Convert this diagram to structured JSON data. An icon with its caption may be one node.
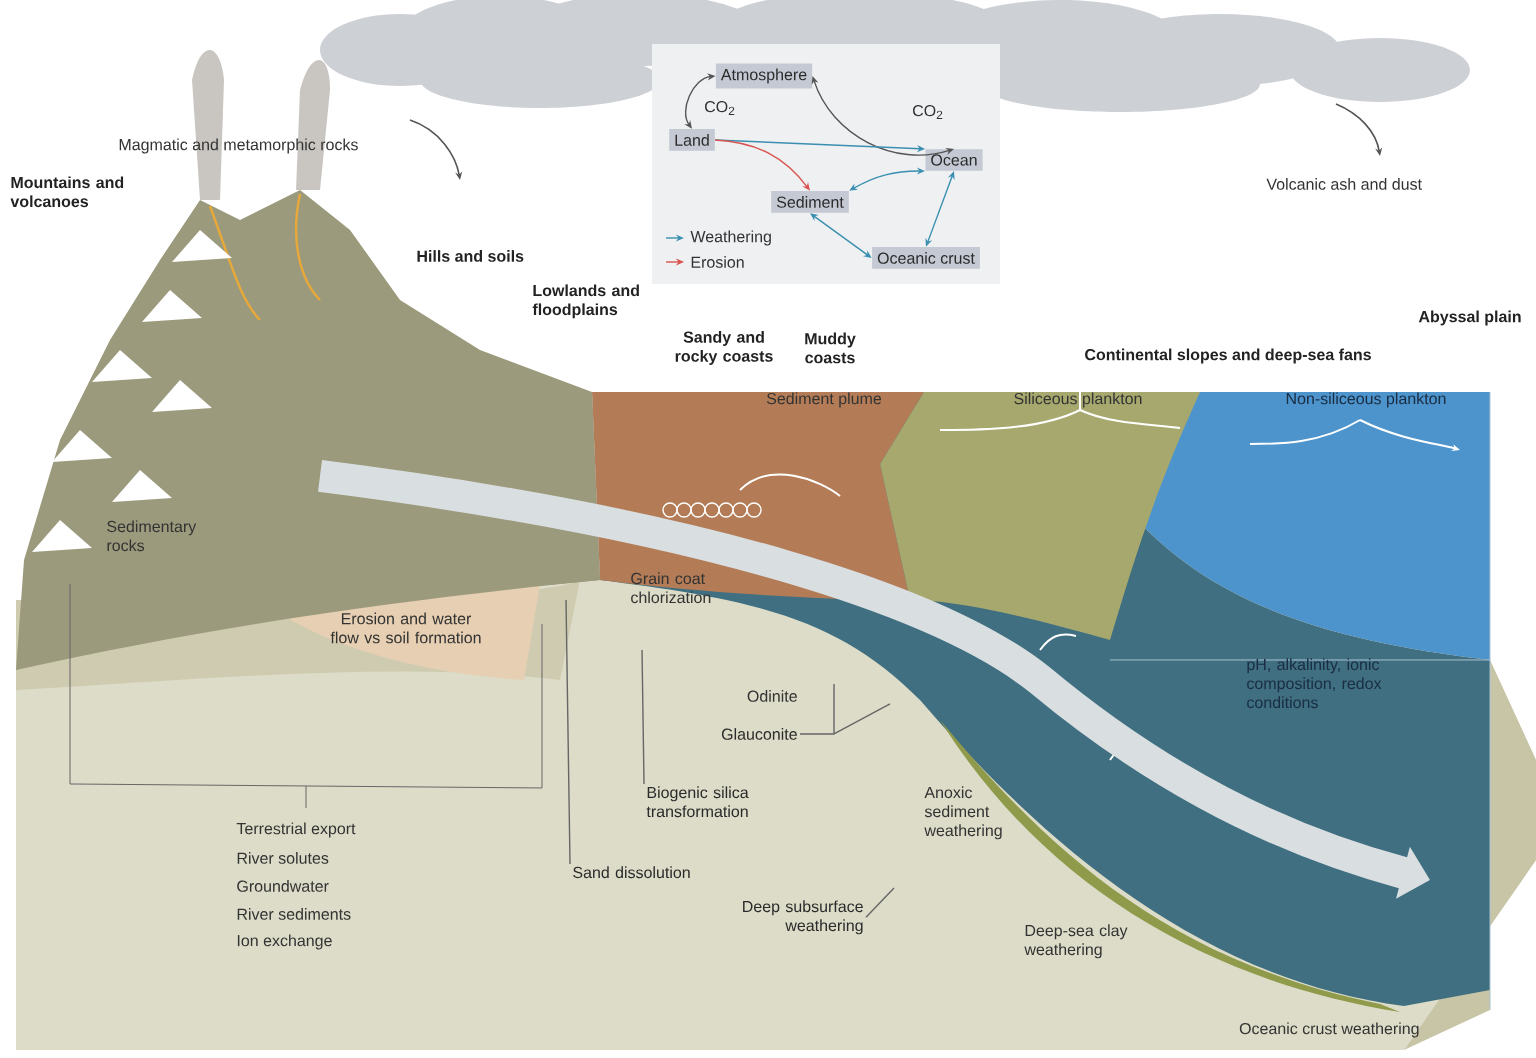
{
  "diagram": {
    "nodes": [
      {
        "text": [
          "Atmosphere"
        ]
      },
      {
        "text": [
          "Land"
        ]
      },
      {
        "text": [
          "Ocean"
        ]
      },
      {
        "text": [
          "Sediment"
        ]
      },
      {
        "text": [
          "Oceanic crust"
        ]
      },
      {
        "text": [
          "Glauconite"
        ]
      },
      {
        "text": [
          "Biogenic silica transformation"
        ]
      },
      {
        "text": [
          "Sand dissolution"
        ]
      },
      {
        "text": [
          "Deep subsurface weathering"
        ]
      }
    ],
    "edges": [
      {
        "from": 1,
        "to": 0,
        "arrow": "both",
        "label": "CO$_{2}$",
        "color": "#555555"
      },
      {
        "from": 2,
        "to": 0,
        "arrow": "both",
        "label": "CO$_{2}$",
        "color": "#555555"
      },
      {
        "from": 1,
        "to": 2,
        "arrow": "to",
        "color": "#3a8fb0"
      },
      {
        "from": 1,
        "to": 3,
        "arrow": "to",
        "color": "#d9534f"
      },
      {
        "from": 2,
        "to": 3,
        "arrow": "both",
        "color": "#3a8fb0"
      },
      {
        "from": 3,
        "to": 4,
        "arrow": "both",
        "color": "#3a8fb0"
      },
      {
        "from": 2,
        "to": 4,
        "arrow": "both",
        "color": "#3a8fb0"
      },
      {
        "from": 5,
        "to": null,
        "arrow": "none",
        "color": "#666666"
      },
      {
        "from": 6,
        "to": null,
        "arrow": "none",
        "color": "#666666"
      },
      {
        "from": 7,
        "to": null,
        "arrow": "none",
        "color": "#666666"
      },
      {
        "from": 8,
        "to": null,
        "arrow": "none",
        "color": "#666666"
      }
    ],
    "labels": [
      "Magmatic and metamorphic rocks",
      "Mountains and volcanoes",
      "Hills and soils",
      "Volcanic ash and dust",
      "Lowlands and floodplains",
      "Sandy and rocky coasts",
      "Muddy coasts",
      "Abyssal plain",
      "Continental slopes and deep-sea fans",
      "Sediment plume",
      "Siliceous plankton",
      "Non-siliceous plankton",
      "Sedimentary rocks",
      "Grain coat chlorization",
      "Erosion and water flow vs soil formation",
      "pH, alkalinity, ionic composition, redox conditions",
      "Odinite",
      "Anoxic sediment weathering",
      "Terrestrial export",
      "River solutes",
      "Groundwater",
      "River sediments",
      "Ion exchange",
      "Deep-sea clay weathering",
      "Oceanic crust weathering"
    ],
    "legend": [
      {
        "text": "Weathering"
      },
      {
        "text": "Erosion"
      }
    ]
  }
}
